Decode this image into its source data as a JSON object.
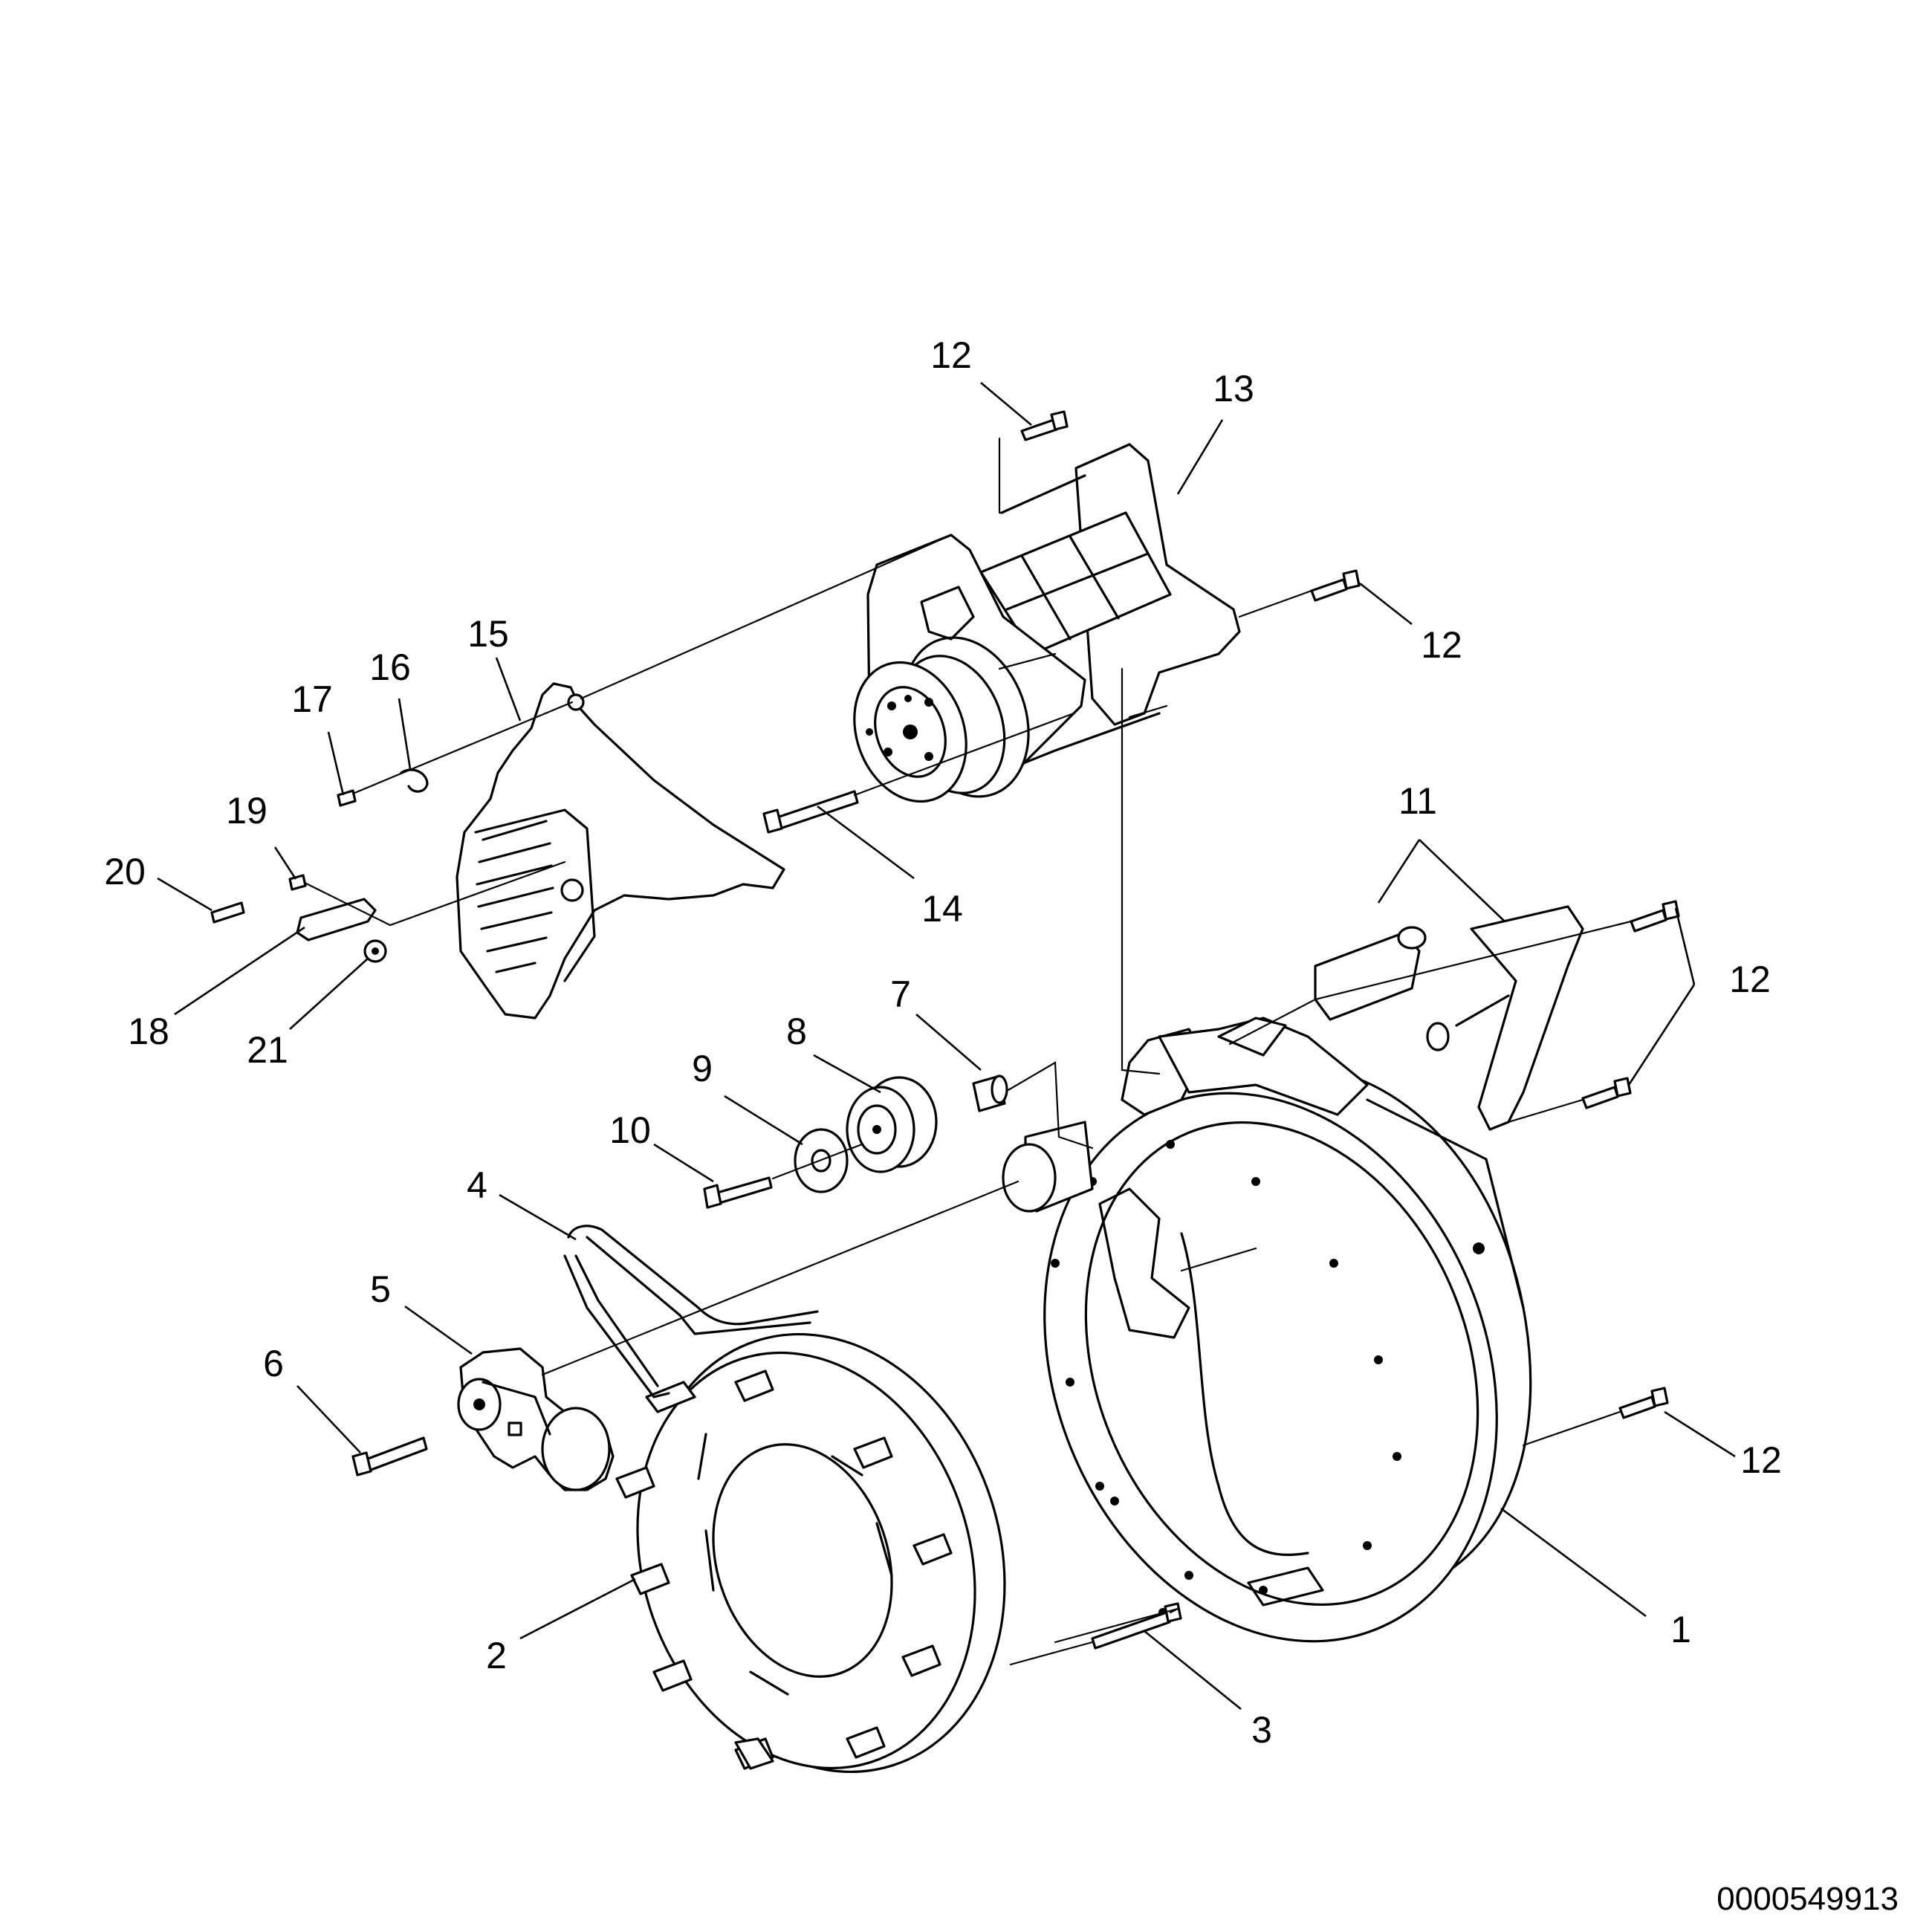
{
  "figure_id": "0000549913",
  "callouts": [
    {
      "label": "1"
    },
    {
      "label": "2"
    },
    {
      "label": "3"
    },
    {
      "label": "4"
    },
    {
      "label": "5"
    },
    {
      "label": "6"
    },
    {
      "label": "7"
    },
    {
      "label": "8"
    },
    {
      "label": "9"
    },
    {
      "label": "10"
    },
    {
      "label": "11"
    },
    {
      "label": "12"
    },
    {
      "label": "12"
    },
    {
      "label": "12"
    },
    {
      "label": "12"
    },
    {
      "label": "13"
    },
    {
      "label": "14"
    },
    {
      "label": "15"
    },
    {
      "label": "16"
    },
    {
      "label": "17"
    },
    {
      "label": "18"
    },
    {
      "label": "19"
    },
    {
      "label": "20"
    },
    {
      "label": "21"
    }
  ]
}
